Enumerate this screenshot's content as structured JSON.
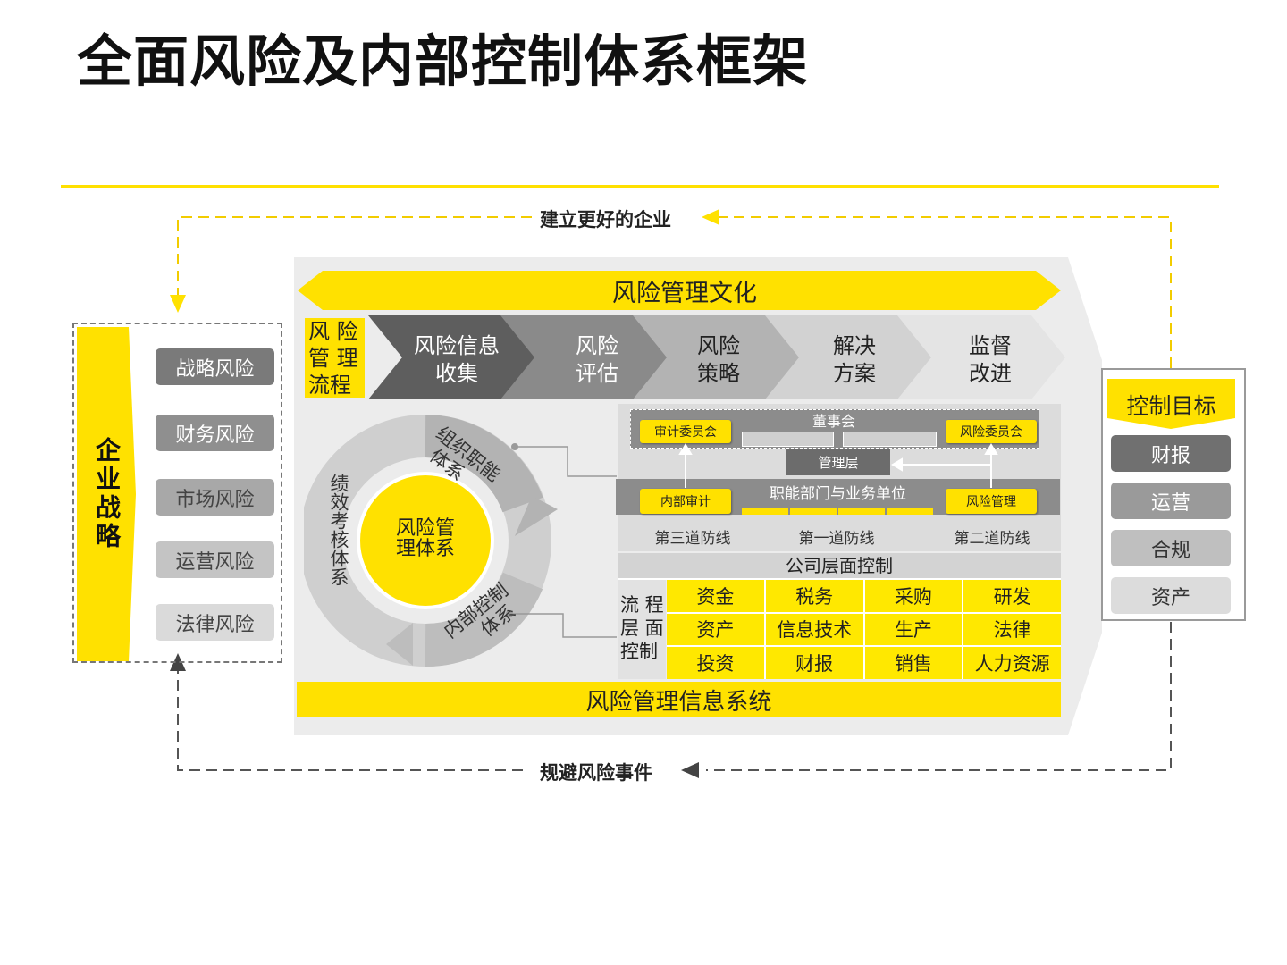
{
  "title": "全面风险及内部控制体系框架",
  "loop": {
    "top_label": "建立更好的企业",
    "bottom_label": "规避风险事件"
  },
  "strategy": {
    "label": "企业战略",
    "risks": [
      "战略风险",
      "财务风险",
      "市场风险",
      "运营风险",
      "法律风险"
    ]
  },
  "culture_banner": "风险管理文化",
  "process": {
    "label_lines": [
      "风 险",
      "管 理",
      "流程"
    ],
    "steps": [
      {
        "line1": "风险信息",
        "line2": "收集"
      },
      {
        "line1": "风险",
        "line2": "评估"
      },
      {
        "line1": "风险",
        "line2": "策略"
      },
      {
        "line1": "解决",
        "line2": "方案"
      },
      {
        "line1": "监督",
        "line2": "改进"
      }
    ]
  },
  "cycle": {
    "center_line1": "风险管",
    "center_line2": "理体系",
    "org": [
      "组织职能",
      "体系"
    ],
    "perf": "绩效考核体系",
    "internal": [
      "内部控制",
      "体系"
    ]
  },
  "hierarchy": {
    "board": "董事会",
    "audit_committee": "审计委员会",
    "risk_committee": "风险委员会",
    "management": "管理层",
    "departments": "职能部门与业务单位",
    "internal_audit": "内部审计",
    "risk_management": "风险管理",
    "lines": [
      "第三道防线",
      "第一道防线",
      "第二道防线"
    ]
  },
  "company_control": {
    "header": "公司层面控制",
    "side_lines": [
      "流 程",
      "层 面",
      "控制"
    ],
    "rows": [
      [
        "资金",
        "税务",
        "采购",
        "研发"
      ],
      [
        "资产",
        "信息技术",
        "生产",
        "法律"
      ],
      [
        "投资",
        "财报",
        "销售",
        "人力资源"
      ]
    ]
  },
  "info_system": "风险管理信息系统",
  "control_targets": {
    "header": "控制目标",
    "items": [
      "财报",
      "运营",
      "合规",
      "资产"
    ]
  },
  "colors": {
    "yellow": "#ffe100",
    "dark_gray": "#6b6b6b",
    "mid_gray": "#8e8e8e",
    "light_gray": "#d6d6d6"
  }
}
